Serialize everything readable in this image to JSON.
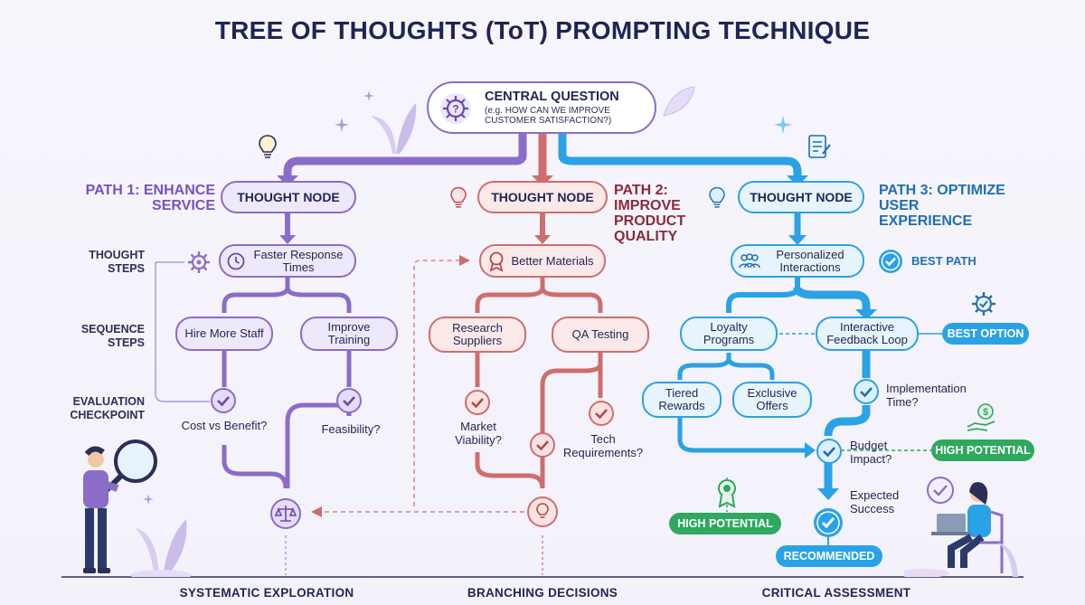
{
  "title": "TREE OF THOUGHTS (ToT) PROMPTING TECHNIQUE",
  "central": {
    "title": "CENTRAL QUESTION",
    "subtitle": "(e.g. HOW CAN WE IMPROVE CUSTOMER SATISFACTION?)"
  },
  "side_labels": {
    "thought_steps": "THOUGHT STEPS",
    "sequence_steps": "SEQUENCE STEPS",
    "evaluation_checkpoint": "EVALUATION CHECKPOINT"
  },
  "paths": [
    {
      "label": "PATH 1: ENHANCE SERVICE",
      "color": "#7b4fbf",
      "node": "THOUGHT NODE",
      "step": "Faster Response Times",
      "branches": [
        "Hire More Staff",
        "Improve Training"
      ],
      "questions": [
        "Cost vs Benefit?",
        "Feasibility?"
      ]
    },
    {
      "label": "PATH 2: IMPROVE PRODUCT QUALITY",
      "color": "#8a2a3a",
      "node": "THOUGHT NODE",
      "step": "Better Materials",
      "branches": [
        "Research Suppliers",
        "QA Testing"
      ],
      "questions": [
        "Market Viability?",
        "Tech Requirements?"
      ]
    },
    {
      "label": "PATH 3: OPTIMIZE USER EXPERIENCE",
      "color": "#1f6fb0",
      "node": "THOUGHT NODE",
      "step": "Personalized Interactions",
      "branches": [
        "Loyalty Programs",
        "Interactive Feedback Loop"
      ],
      "sub_branches": [
        "Tiered Rewards",
        "Exclusive Offers"
      ],
      "questions": [
        "Implementation Time?",
        "Budget Impact?",
        "Expected Success"
      ]
    }
  ],
  "badges": {
    "best_path": "BEST PATH",
    "best_option": "BEST OPTION",
    "high_potential_1": "HIGH POTENTIAL",
    "high_potential_2": "HIGH POTENTIAL",
    "recommended": "RECOMMENDED"
  },
  "footer": [
    "SYSTEMATIC EXPLORATION",
    "BRANCHING DECISIONS",
    "CRITICAL ASSESSMENT"
  ],
  "colors": {
    "purple": "#8b6cc9",
    "red": "#cf6d6d",
    "blue": "#2aa2e6",
    "green": "#2fa860",
    "navy": "#1f2554"
  },
  "icons": [
    "gear-question-icon",
    "lightbulb-icon",
    "checklist-icon",
    "clock-icon",
    "award-ribbon-icon",
    "people-icon",
    "check-circle-icon",
    "scales-icon",
    "money-hand-icon",
    "magnifier-person-icon",
    "laptop-person-icon",
    "leaf-icon",
    "sparkle-icon"
  ]
}
